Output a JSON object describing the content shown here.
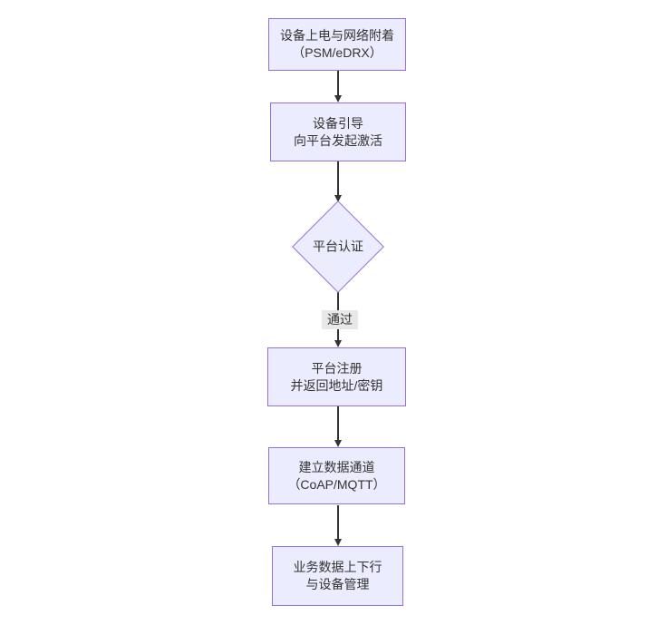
{
  "diagram": {
    "type": "flowchart",
    "direction": "top-down",
    "background": "#ffffff",
    "palette": {
      "node_fill": "#ECECFF",
      "node_border": "#9370DB",
      "edge_color": "#333333",
      "edge_label_bg": "#e8e8e8",
      "text_color": "#333333"
    },
    "nodes": [
      {
        "id": "power_attach",
        "shape": "rect",
        "lines": [
          "设备上电与网络附着",
          "（PSM/eDRX）"
        ]
      },
      {
        "id": "bootstrap",
        "shape": "rect",
        "lines": [
          "设备引导",
          "向平台发起激活"
        ]
      },
      {
        "id": "platform_auth",
        "shape": "diamond",
        "lines": [
          "平台认证"
        ]
      },
      {
        "id": "register",
        "shape": "rect",
        "lines": [
          "平台注册",
          "并返回地址/密钥"
        ]
      },
      {
        "id": "data_channel",
        "shape": "rect",
        "lines": [
          "建立数据通道",
          "（CoAP/MQTT）"
        ]
      },
      {
        "id": "business",
        "shape": "rect",
        "lines": [
          "业务数据上下行",
          "与设备管理"
        ]
      }
    ],
    "edges": [
      {
        "from": "power_attach",
        "to": "bootstrap",
        "label": ""
      },
      {
        "from": "bootstrap",
        "to": "platform_auth",
        "label": ""
      },
      {
        "from": "platform_auth",
        "to": "register",
        "label": "通过"
      },
      {
        "from": "register",
        "to": "data_channel",
        "label": ""
      },
      {
        "from": "data_channel",
        "to": "business",
        "label": ""
      }
    ]
  }
}
